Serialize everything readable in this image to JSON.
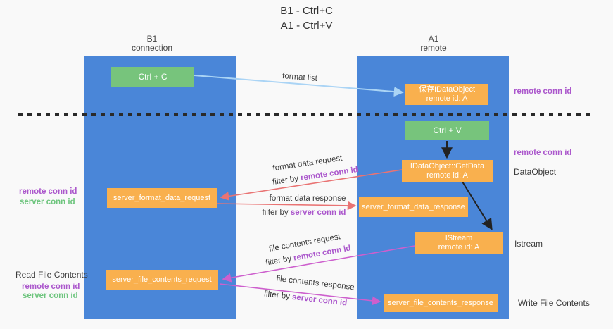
{
  "title": {
    "line1": "B1 - Ctrl+C",
    "line2": "A1 - Ctrl+V"
  },
  "lanes": {
    "left": {
      "name": "B1",
      "role": "connection"
    },
    "right": {
      "name": "A1",
      "role": "remote"
    }
  },
  "nodes": {
    "ctrl_c": {
      "label": "Ctrl + C"
    },
    "ctrl_v": {
      "label": "Ctrl + V"
    },
    "save_dataobject": {
      "line1": "保存IDataObject",
      "line2": "remote id: A"
    },
    "getdata": {
      "line1": "IDataObject::GetData",
      "line2": "remote id: A"
    },
    "istream": {
      "line1": "IStream",
      "line2": "remote id: A"
    },
    "server_format_data_request": {
      "label": "server_format_data_request"
    },
    "server_format_data_response": {
      "label": "server_format_data_response"
    },
    "server_file_contents_request": {
      "label": "server_file_contents_request"
    },
    "server_file_contents_response": {
      "label": "server_file_contents_response"
    }
  },
  "flows": {
    "format_list": {
      "label": "format list"
    },
    "format_data_request": {
      "label": "format data request",
      "filter_prefix": "filter by ",
      "filter_key": "remote conn id"
    },
    "format_data_response": {
      "label": "format data response",
      "filter_prefix": "filter by ",
      "filter_key": "server conn id"
    },
    "file_contents_request": {
      "label": "file contents request",
      "filter_prefix": "filter by ",
      "filter_key": "remote conn id"
    },
    "file_contents_response": {
      "label": "file contents response",
      "filter_prefix": "filter by ",
      "filter_key": "server conn id"
    }
  },
  "annotations": {
    "right_remote_conn_top": "remote conn id",
    "right_remote_conn_mid": "remote conn id",
    "dataobject": "DataObject",
    "istream": "Istream",
    "write_file_contents": "Write File Contents",
    "left_remote_conn_mid": "remote conn id",
    "left_server_conn_mid": "server conn id",
    "read_file_contents": "Read File Contents",
    "left_remote_conn_bottom": "remote conn id",
    "left_server_conn_bottom": "server conn id"
  },
  "colors": {
    "lane_blue": "#4a86d8",
    "box_green": "#77c47c",
    "box_orange": "#f9b04e",
    "arrow_lightblue": "#aad4f5",
    "arrow_red": "#e97373",
    "arrow_magenta": "#cd5fcd",
    "arrow_black": "#222222",
    "text_purple": "#ab57cc",
    "text_green": "#6ec57e"
  }
}
